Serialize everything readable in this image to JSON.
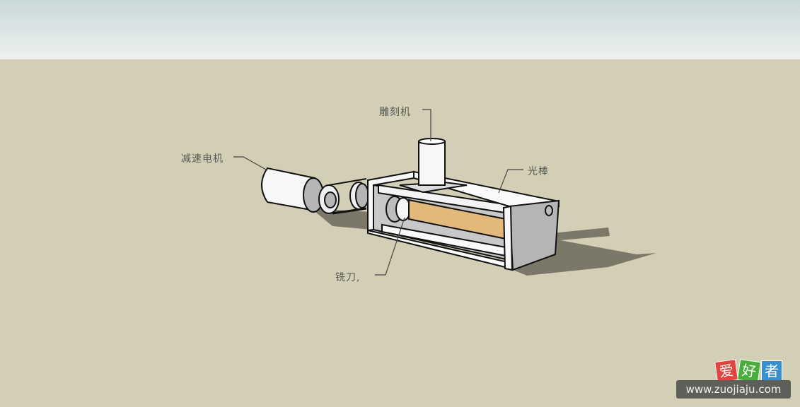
{
  "scene": {
    "colors": {
      "sky_top": "#c9d9d9",
      "sky_bottom": "#eef1f0",
      "ground": "#d2cfb6",
      "shadow": "#7b7868",
      "part_white": "#f7f7f7",
      "part_grey": "#b5b5b5",
      "wood": "#e2b97a"
    }
  },
  "labels": {
    "engraver": "雕刻机",
    "gear_motor": "减速电机",
    "polished_rod": "光棒",
    "milling_cutter": "铣刀,"
  },
  "watermark": {
    "chars": [
      "爱",
      "好",
      "者"
    ],
    "url": "www.zuojiaju.com",
    "tile_colors": [
      "#e0463f",
      "#4cad3f",
      "#3a8fd0"
    ]
  }
}
